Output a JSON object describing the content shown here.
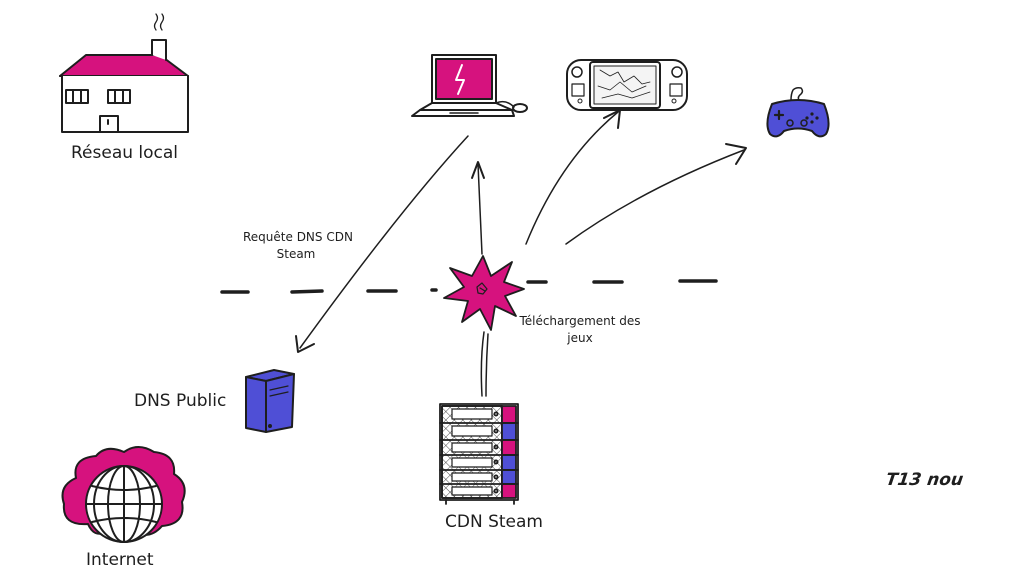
{
  "colors": {
    "accent": "#d6127e",
    "blue": "#4f4fd6",
    "stroke": "#1e1e1e"
  },
  "nodes": {
    "local_network": {
      "label": "Réseau local",
      "icon": "house-icon"
    },
    "laptop": {
      "icon": "laptop-icon"
    },
    "handheld": {
      "icon": "handheld-console-icon"
    },
    "gamepad": {
      "icon": "gamepad-icon"
    },
    "dns_public": {
      "label": "DNS Public",
      "icon": "server-icon"
    },
    "cdn_steam": {
      "label": "CDN Steam",
      "icon": "server-rack-icon"
    },
    "internet": {
      "label": "Internet",
      "icon": "globe-cloud-icon"
    }
  },
  "edges": {
    "dns_request": {
      "line1": "Requête DNS CDN",
      "line2": "Steam"
    },
    "game_download": {
      "line1": "Téléchargement des",
      "line2": "jeux"
    }
  },
  "boundary": {
    "style": "dashed",
    "marker": "starburst-icon"
  },
  "signature": "T13 nou"
}
